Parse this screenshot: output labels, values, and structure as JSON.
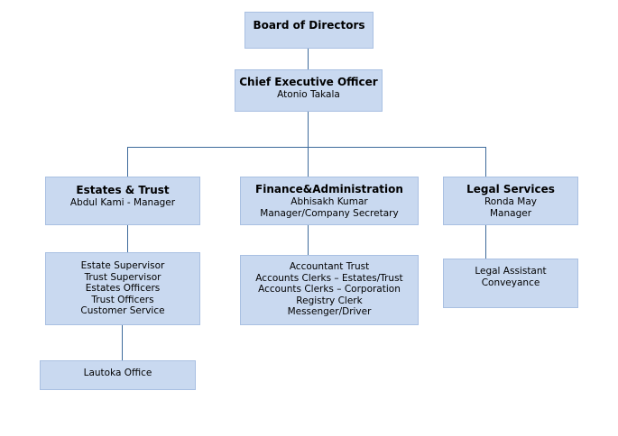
{
  "board": {
    "title": "Board of Directors"
  },
  "ceo": {
    "title": "Chief Executive Officer",
    "name": "Atonio Takala"
  },
  "departments": [
    {
      "title": "Estates & Trust",
      "lines": [
        "Abdul Kami - Manager"
      ],
      "staff": [
        "Estate Supervisor",
        "Trust Supervisor",
        "Estates Officers",
        "Trust Officers",
        "Customer Service"
      ],
      "sub": [
        "Lautoka Office"
      ]
    },
    {
      "title": "Finance&Administration",
      "lines": [
        "Abhisakh Kumar",
        "Manager/Company Secretary"
      ],
      "staff": [
        "Accountant Trust",
        "Accounts Clerks – Estates/Trust",
        "Accounts Clerks – Corporation",
        "Registry Clerk",
        "Messenger/Driver"
      ]
    },
    {
      "title": "Legal Services",
      "lines": [
        "Ronda May",
        "Manager"
      ],
      "staff": [
        "Legal Assistant",
        "Conveyance"
      ]
    }
  ]
}
